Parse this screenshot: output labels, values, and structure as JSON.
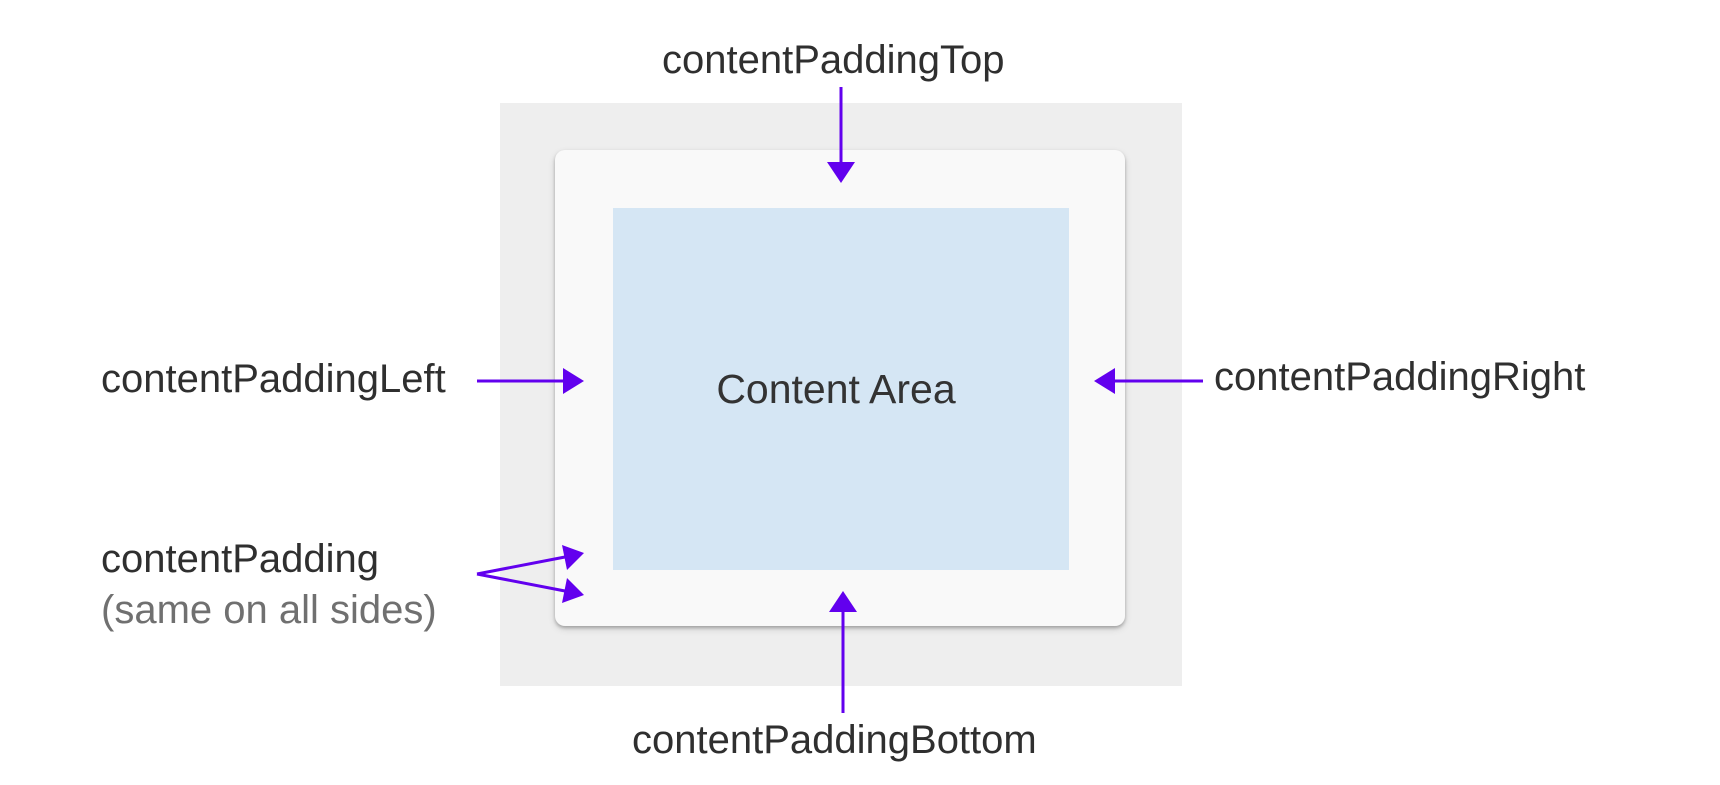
{
  "diagram": {
    "content_area_label": "Content Area",
    "labels": {
      "top": "contentPaddingTop",
      "left": "contentPaddingLeft",
      "right": "contentPaddingRight",
      "bottom": "contentPaddingBottom",
      "all": "contentPadding",
      "all_note": "(same on all sides)"
    },
    "colors": {
      "arrow": "#6200ee",
      "outer_background": "#eeeeee",
      "card": "#f9f9f9",
      "content_area": "#d5e6f4"
    }
  }
}
